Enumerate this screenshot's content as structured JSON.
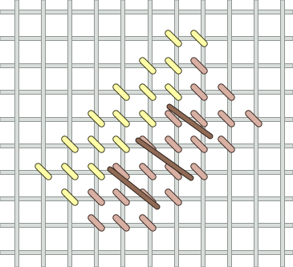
{
  "diagram": {
    "subject": "cross-stitch-on-canvas-grid",
    "colors": {
      "background": "#ffffff",
      "grid_fill": "#d9dedb",
      "grid_edge": "#8e9693",
      "yellow_fill": "#fffca8",
      "yellow_edge": "#3a3a1a",
      "pink_fill": "#d8b0a3",
      "pink_edge": "#3c2a24",
      "brown_fill": "#8f6a55",
      "brown_edge": "#2e2019"
    },
    "stitch_groups": [
      {
        "name": "yellow-stitches",
        "color": "yellow",
        "count": 22
      },
      {
        "name": "pink-stitches",
        "color": "pink",
        "count": 24
      },
      {
        "name": "brown-stitches",
        "color": "brown",
        "count": 3
      }
    ]
  }
}
